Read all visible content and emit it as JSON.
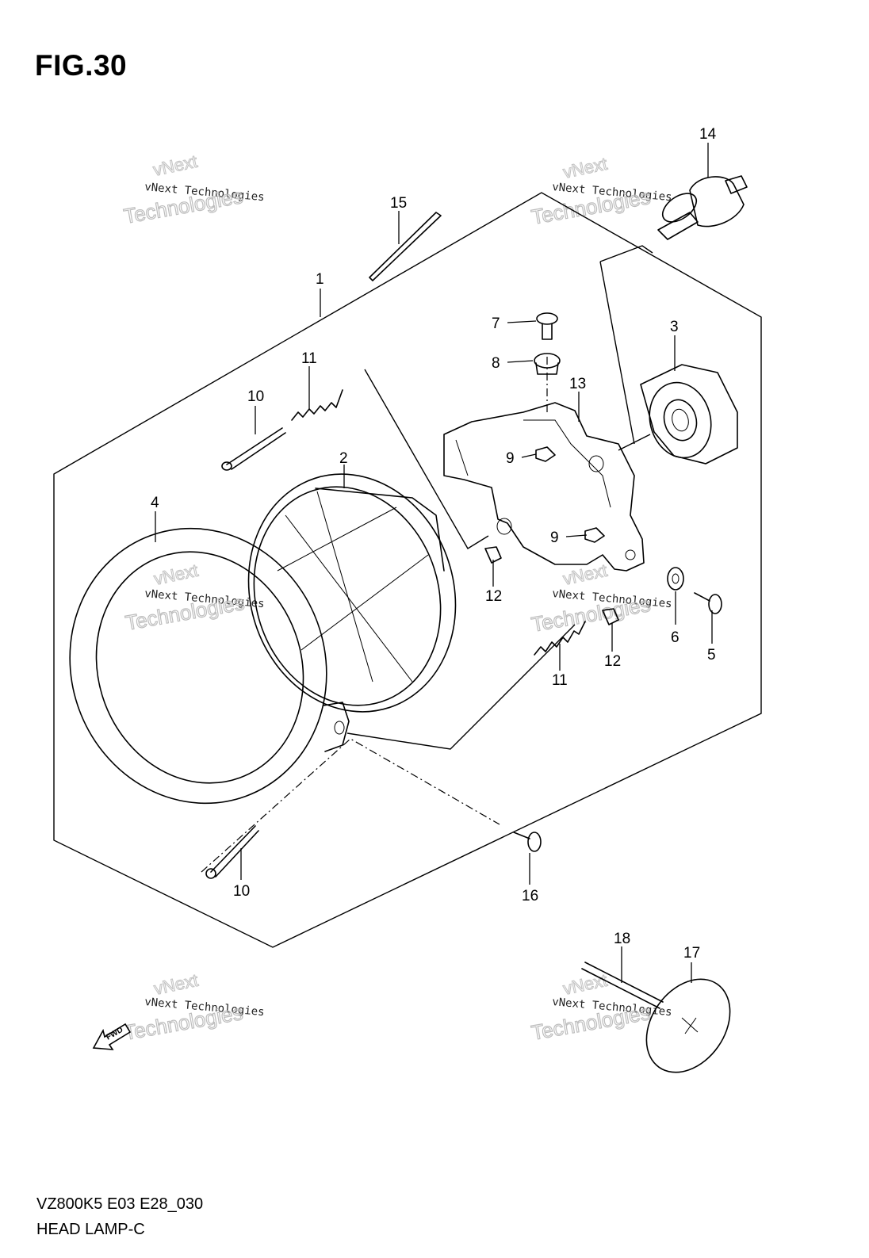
{
  "figure": {
    "title": "FIG.30",
    "code": "VZ800K5 E03 E28_030",
    "name": "HEAD LAMP-C"
  },
  "callouts": [
    "1",
    "2",
    "3",
    "4",
    "5",
    "6",
    "7",
    "8",
    "9",
    "9",
    "10",
    "10",
    "11",
    "11",
    "12",
    "12",
    "13",
    "14",
    "15",
    "16",
    "17",
    "18"
  ],
  "watermark": {
    "line1": "vNext Technologies",
    "line2": "vNext",
    "line3": "Technologies"
  },
  "fwd_label": "FWD"
}
